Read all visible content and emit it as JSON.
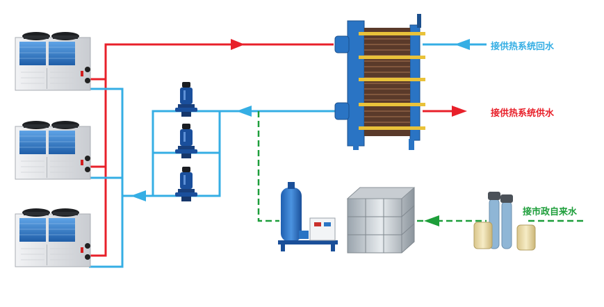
{
  "labels": {
    "return_water": "接供热系统回水",
    "supply_water": "接供热系统供水",
    "city_water": "接市政自来水"
  },
  "colors": {
    "supply_line": "#e8202a",
    "return_line": "#35aee4",
    "makeup_line": "#1d9e3a",
    "pump_blue": "#1a4f9c",
    "heat_exchanger_blue": "#2a74c4",
    "unit_body": "#e3e5e8",
    "fan_grille": "#2f78c4"
  },
  "icons": {
    "heat_pump_unit": "air-source-heat-pump-icon",
    "circulation_pump": "vertical-pipeline-pump-icon",
    "plate_heat_exchanger": "plate-heat-exchanger-icon",
    "pressurization_unit": "constant-pressure-water-supply-icon",
    "water_tank": "stainless-steel-water-tank-icon",
    "water_softener": "water-softener-icon"
  }
}
